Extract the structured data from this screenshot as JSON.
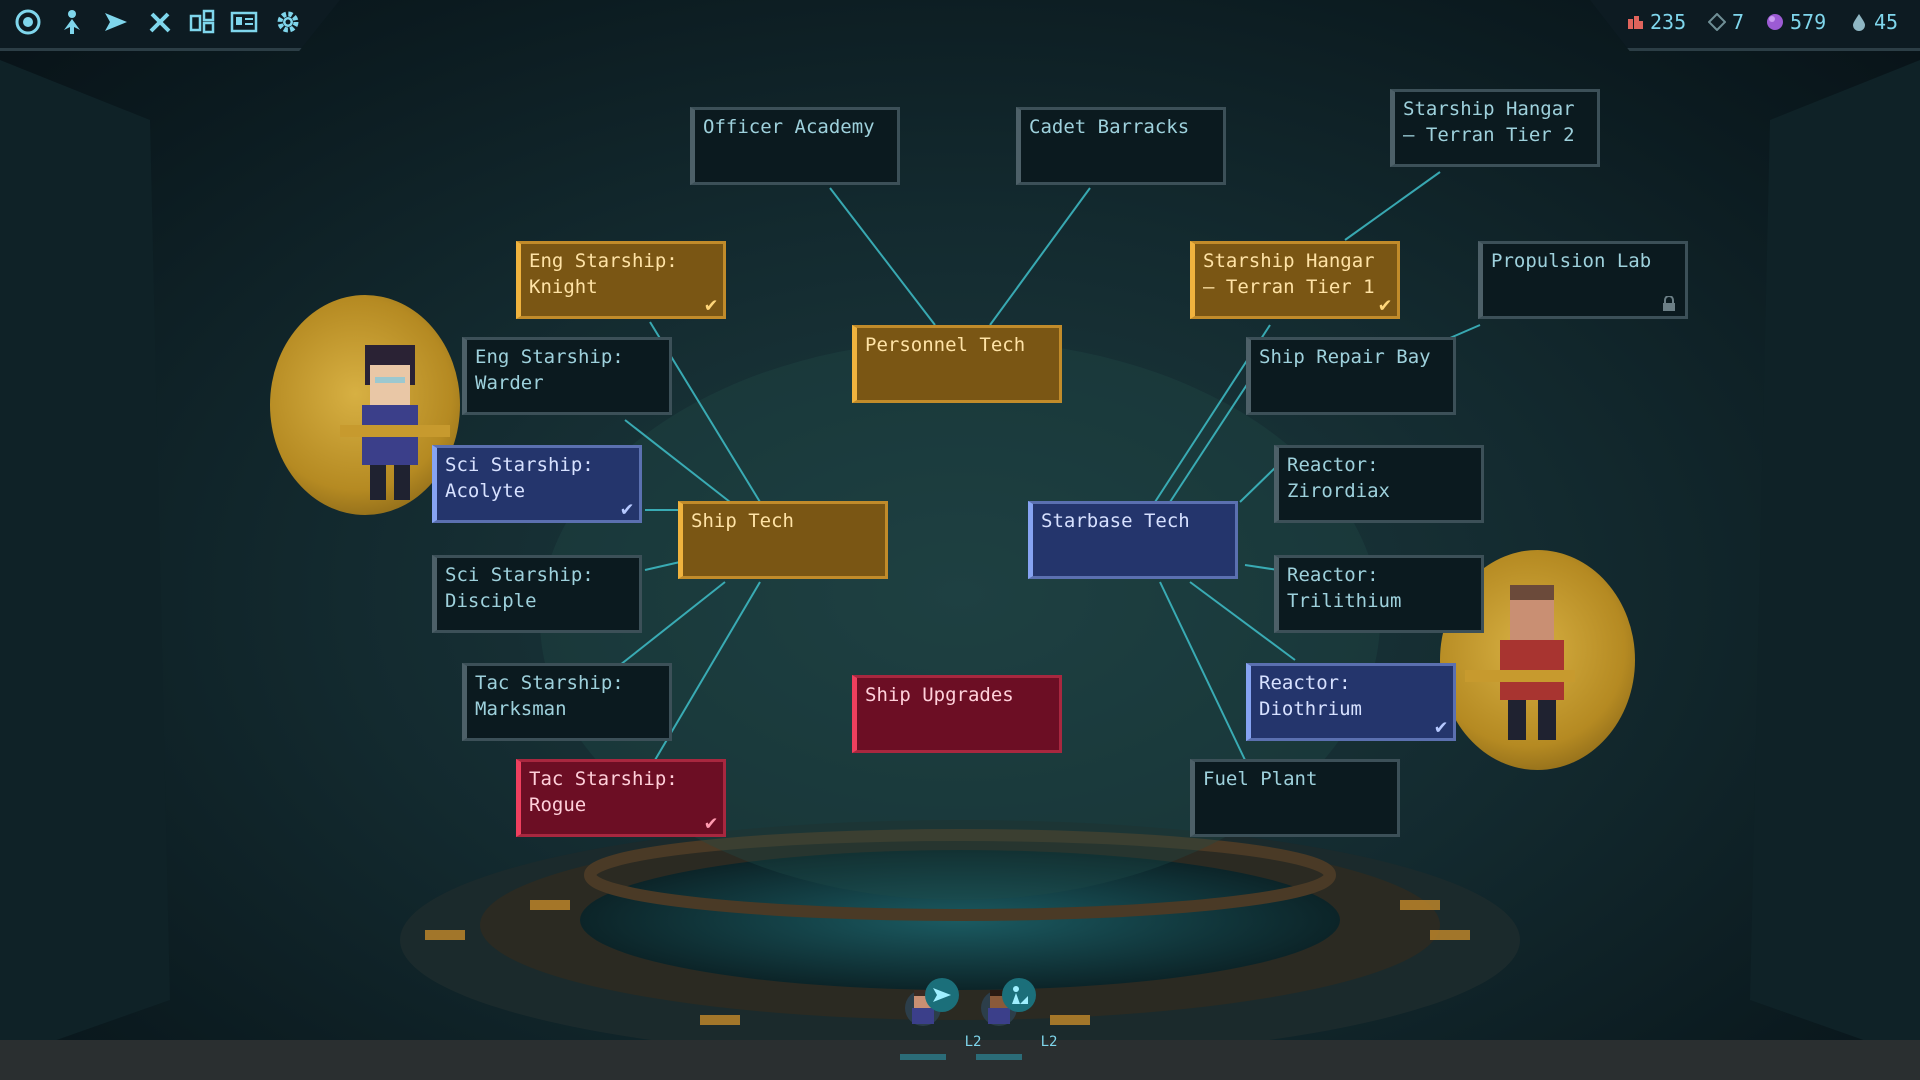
{
  "toolbar": {
    "icons": [
      "radar-icon",
      "crew-icon",
      "ship-icon",
      "tools-icon",
      "modules-icon",
      "id-card-icon",
      "gear-icon"
    ]
  },
  "resources": [
    {
      "icon": "population-icon",
      "value": "235"
    },
    {
      "icon": "crystal-icon",
      "value": "7"
    },
    {
      "icon": "orb-icon",
      "value": "579"
    },
    {
      "icon": "fuel-drop-icon",
      "value": "45"
    }
  ],
  "tech_tree": {
    "hubs": [
      {
        "id": "personnel",
        "label": "Personnel Tech",
        "style": "orange"
      },
      {
        "id": "ship",
        "label": "Ship Tech",
        "style": "orange"
      },
      {
        "id": "starbase",
        "label": "Starbase Tech",
        "style": "blue"
      },
      {
        "id": "upgrades",
        "label": "Ship Upgrades",
        "style": "red"
      }
    ],
    "nodes": [
      {
        "id": "officer",
        "label": "Officer Academy",
        "style": "dark"
      },
      {
        "id": "cadet",
        "label": "Cadet Barracks",
        "style": "dark"
      },
      {
        "id": "hangar2",
        "label": "Starship Hangar – Terran Tier 2",
        "style": "dark"
      },
      {
        "id": "knight",
        "label": "Eng Starship: Knight",
        "style": "orange",
        "completed": true
      },
      {
        "id": "hangar1",
        "label": "Starship Hangar – Terran Tier 1",
        "style": "orange",
        "completed": true
      },
      {
        "id": "propulsion",
        "label": "Propulsion Lab",
        "style": "dark",
        "locked": true
      },
      {
        "id": "warder",
        "label": "Eng Starship: Warder",
        "style": "dark"
      },
      {
        "id": "repair",
        "label": "Ship Repair Bay",
        "style": "dark"
      },
      {
        "id": "acolyte",
        "label": "Sci Starship: Acolyte",
        "style": "blue",
        "completed": true
      },
      {
        "id": "zirordiax",
        "label": "Reactor: Zirordiax",
        "style": "dark"
      },
      {
        "id": "disciple",
        "label": "Sci Starship: Disciple",
        "style": "dark"
      },
      {
        "id": "trilithium",
        "label": "Reactor: Trilithium",
        "style": "dark"
      },
      {
        "id": "marksman",
        "label": "Tac Starship: Marksman",
        "style": "dark"
      },
      {
        "id": "diothrium",
        "label": "Reactor: Diothrium",
        "style": "blue",
        "completed": true
      },
      {
        "id": "rogue",
        "label": "Tac Starship: Rogue",
        "style": "red",
        "completed": true
      },
      {
        "id": "fuel",
        "label": "Fuel Plant",
        "style": "dark"
      }
    ],
    "link_color": "#3fbfc9"
  },
  "crew": [
    {
      "name": "crew-member-1",
      "level": "L2",
      "role_icon": "ship-icon"
    },
    {
      "name": "crew-member-2",
      "level": "L2",
      "role_icon": "builder-icon"
    }
  ],
  "colors": {
    "accent": "#7fd6ec",
    "orange": "#f0b33e",
    "blue": "#86a3f2",
    "red": "#ef3f5e"
  }
}
